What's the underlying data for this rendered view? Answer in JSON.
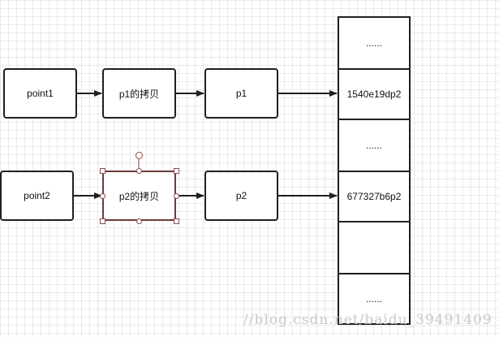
{
  "nodes": {
    "point1": "point1",
    "p1_copy": "p1的拷贝",
    "p1": "p1",
    "point2": "point2",
    "p2_copy": "p2的拷贝",
    "p2": "p2"
  },
  "memory": {
    "cells": [
      "......",
      "1540e19dp2",
      "......",
      "677327b6p2",
      "",
      "......"
    ]
  },
  "watermark": "//blog.csdn.net/baidu_39491409",
  "colors": {
    "stroke": "#1f1f1f",
    "selection": "#8a4a4a",
    "grid": "#e9e9e9"
  }
}
